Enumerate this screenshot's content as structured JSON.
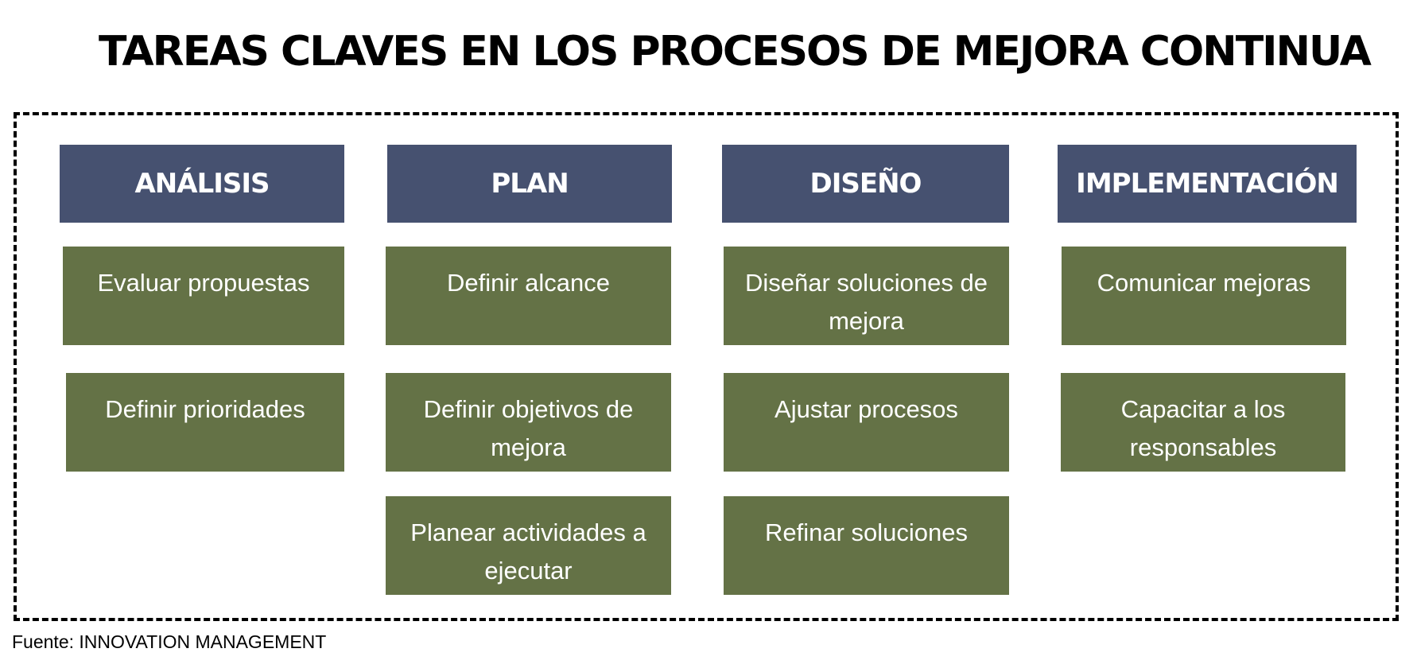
{
  "title": "TAREAS CLAVES EN LOS PROCESOS DE MEJORA CONTINUA",
  "columns": [
    {
      "header": "ANÁLISIS",
      "tasks": [
        "Evaluar propuestas",
        "Definir prioridades"
      ]
    },
    {
      "header": "PLAN",
      "tasks": [
        "Definir alcance",
        "Definir objetivos de mejora",
        "Planear actividades a ejecutar"
      ]
    },
    {
      "header": "DISEÑO",
      "tasks": [
        "Diseñar soluciones de mejora",
        "Ajustar procesos",
        "Refinar soluciones"
      ]
    },
    {
      "header": "IMPLEMENTACIÓN",
      "tasks": [
        "Comunicar mejoras",
        "Capacitar a los responsables"
      ]
    }
  ],
  "source": "Fuente: INNOVATION MANAGEMENT",
  "colors": {
    "header_bg": "#465170",
    "task_bg": "#647246",
    "text_on_boxes": "#ffffff",
    "frame_border": "#000000"
  }
}
